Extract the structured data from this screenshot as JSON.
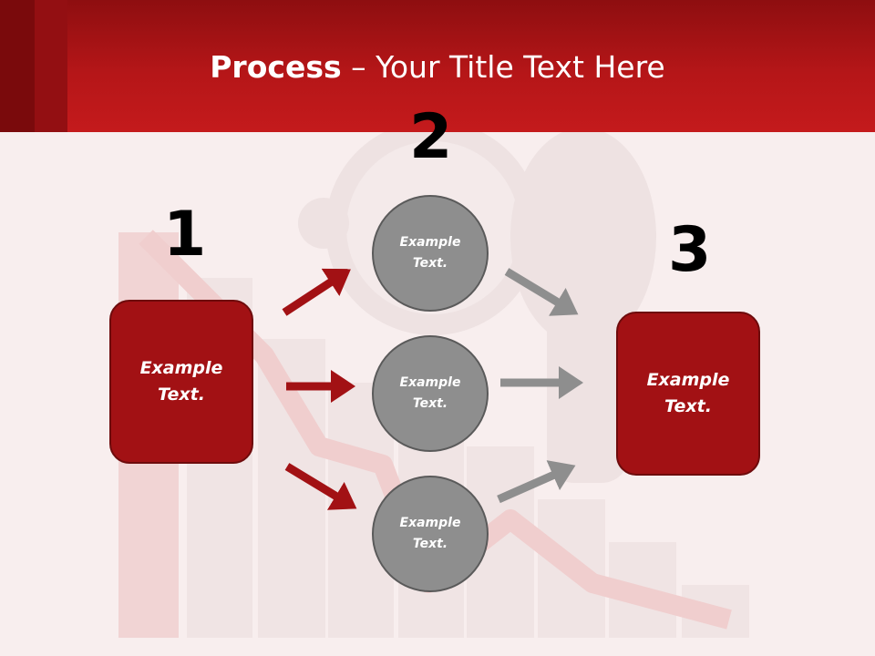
{
  "slide": {
    "title_bold": "Process",
    "title_rest": " – Your Title Text Here"
  },
  "steps": [
    {
      "number": "1",
      "text": "Example\nText."
    },
    {
      "number": "2",
      "items": [
        "Example\nText.",
        "Example\nText.",
        "Example\nText."
      ]
    },
    {
      "number": "3",
      "text": "Example\nText."
    }
  ],
  "colors": {
    "header": "#b51618",
    "box_fill": "#a21114",
    "circle_fill": "#8e8e8e",
    "arrow_red": "#a21114",
    "arrow_gray": "#8e8e8e"
  },
  "icons": [
    "magnifying-glass-figure-illustration",
    "bar-chart-illustration"
  ]
}
